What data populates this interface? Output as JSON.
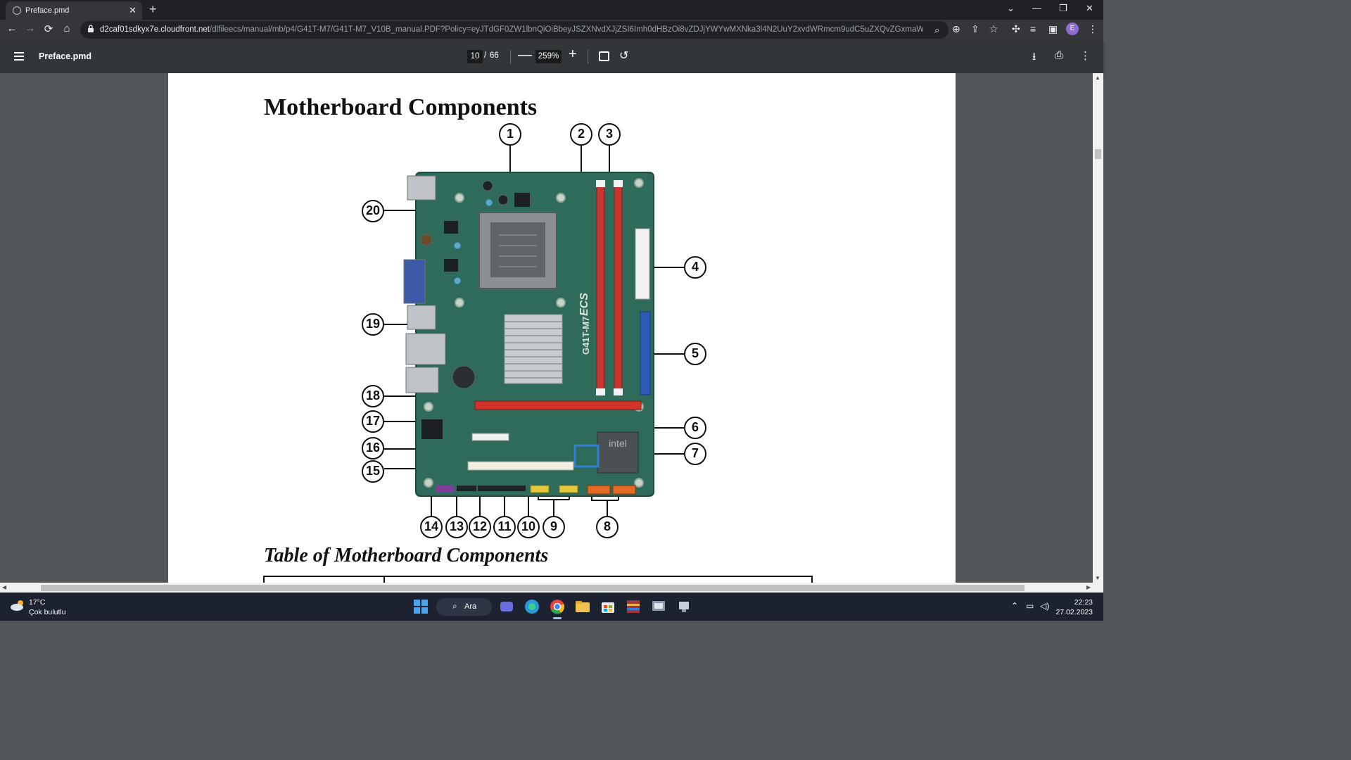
{
  "browser": {
    "tab_title": "Preface.pmd",
    "tab_close": "✕",
    "new_tab": "+",
    "window_controls": {
      "tabsearch": "⌄",
      "minimize": "—",
      "restore": "❐",
      "close": "✕"
    },
    "nav": {
      "back": "←",
      "forward": "→",
      "reload": "⟳",
      "home": "⌂"
    },
    "url_host": "d2caf01sdkyx7e.cloudfront.net",
    "url_path": "/dlfileecs/manual/mb/p4/G41T-M7/G41T-M7_V10B_manual.PDF?Policy=eyJTdGF0ZW1lbnQiOiBbeyJSZXNvdXJjZSI6Imh0dHBzOi8vZDJjYWYwMXNka3l4N2UuY2xvdWRmcm9udC5uZXQvZGxmaWxlZWNz...",
    "profile_initial": "E"
  },
  "pdf_toolbar": {
    "doc_title": "Preface.pmd",
    "current_page": "10",
    "page_separator": "/",
    "total_pages": "66",
    "zoom_out": "—",
    "zoom": "259%",
    "zoom_in": "+",
    "rotate": "↺",
    "download": "⭳",
    "print": "⎙",
    "more": "⋮"
  },
  "document": {
    "heading": "Motherboard Components",
    "subheading": "Table of Motherboard Components",
    "board_model_print": "G41T-M7",
    "brand_print": "ECS",
    "chip_print": "intel",
    "callouts": [
      "1",
      "2",
      "3",
      "4",
      "5",
      "6",
      "7",
      "8",
      "9",
      "10",
      "11",
      "12",
      "13",
      "14",
      "15",
      "16",
      "17",
      "18",
      "19",
      "20"
    ]
  },
  "taskbar": {
    "temperature": "17°C",
    "condition": "Çok bulutlu",
    "search_label": "Ara",
    "time": "22:23",
    "date": "27.02.2023"
  },
  "icons": {
    "weather": "cloud-sun-icon",
    "start": "windows-start-icon",
    "search": "search-icon",
    "apps": [
      "meet-icon",
      "edge-icon",
      "chrome-icon",
      "file-explorer-icon",
      "store-icon",
      "winrar-icon",
      "app-icon",
      "network-app-icon"
    ]
  },
  "colors": {
    "chrome_dark": "#202124",
    "pdf_bar": "#323639",
    "viewer_bg": "#525659",
    "board_green": "#2f6b5a",
    "dimm_red": "#c8352e",
    "taskbar": "#1c2230"
  }
}
